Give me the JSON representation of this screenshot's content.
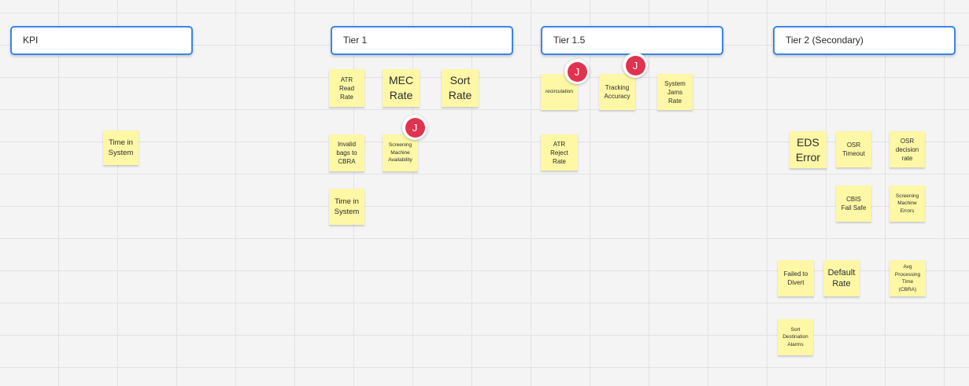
{
  "headers": {
    "kpi": "KPI",
    "tier1": "Tier 1",
    "tier1_5": "Tier 1.5",
    "tier2": "Tier 2 (Secondary)"
  },
  "notes": {
    "kpi_time_in_system": "Time in\nSystem",
    "atr_read_rate": "ATR\nRead\nRate",
    "mec_rate": "MEC\nRate",
    "sort_rate": "Sort\nRate",
    "invalid_bags": "Invalid\nbags to\nCBRA",
    "screening_availability": "Screening\nMachine\nAvailability",
    "tier1_time_in_system": "Time in\nSystem",
    "recirculation": "recirculation",
    "tracking_accuracy": "Tracking\nAccuracy",
    "system_jams_rate": "System\nJams\nRate",
    "atr_reject_rate": "ATR\nReject\nRate",
    "eds_error": "EDS\nError",
    "osr_timeout": "OSR\nTimeout",
    "osr_decision_rate": "OSR\ndecision\nrate",
    "cbis_fail_safe": "CBIS\nFail Safe",
    "screening_errors": "Screening\nMachine\nErrors",
    "failed_to_divert": "Failed to\nDivert",
    "default_rate": "Default\nRate",
    "avg_processing_time": "Avg\nProcessing\nTime\n(CBRA)",
    "sort_destination_alarms": "Sort\nDestination\nAlarms"
  },
  "comment_markers": {
    "initial": "J",
    "color": "#e0334f"
  },
  "colors": {
    "header_border": "#3a86e8",
    "sticky_note": "#fdf7a6",
    "canvas": "#f4f4f4"
  }
}
